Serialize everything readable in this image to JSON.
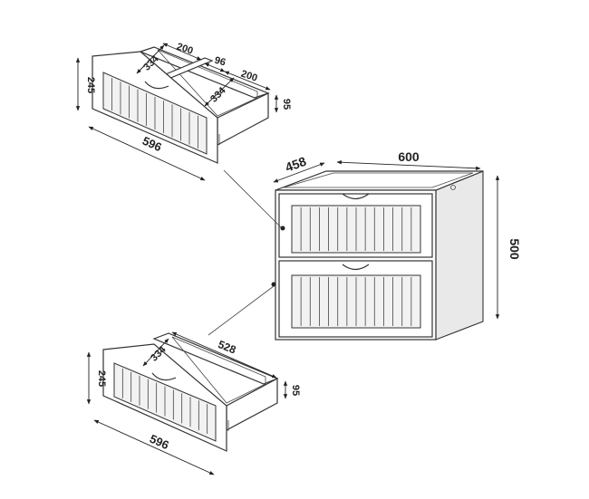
{
  "dimensions": {
    "cabinet": {
      "width": "600",
      "depth": "458",
      "height": "500"
    },
    "top_drawer": {
      "height": "245",
      "front_width": "596",
      "inner_depth_left": "334",
      "inner_width_left": "200",
      "divider": "96",
      "inner_width_right": "200",
      "inner_depth_right": "334",
      "side_height": "95"
    },
    "bottom_drawer": {
      "height": "245",
      "front_width": "596",
      "inner_depth": "334",
      "inner_width": "528",
      "side_height": "95"
    }
  }
}
